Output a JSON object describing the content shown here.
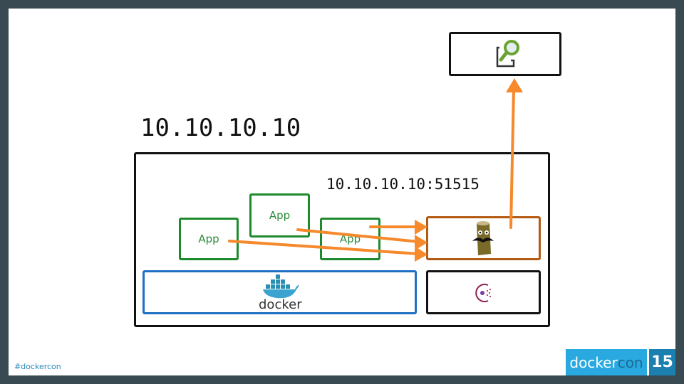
{
  "slide": {
    "host_ip": "10.10.10.10",
    "logger_endpoint": "10.10.10.10:51515",
    "apps": [
      {
        "label": "App"
      },
      {
        "label": "App"
      },
      {
        "label": "App"
      }
    ],
    "docker_label": "docker",
    "icons": {
      "search_service": "magnifier-braces-icon",
      "logger": "log-mascot-icon",
      "docker": "docker-whale-icon",
      "consul": "consul-icon"
    },
    "colors": {
      "app_border": "#1e8a2e",
      "logger_border": "#b35a14",
      "docker_border": "#1f6fc4",
      "arrow": "#f5892c",
      "frame": "#3a4a52"
    }
  },
  "footer": {
    "hashtag": "#dockercon",
    "brand_docker": "docker",
    "brand_con": "con",
    "brand_number": "15"
  }
}
